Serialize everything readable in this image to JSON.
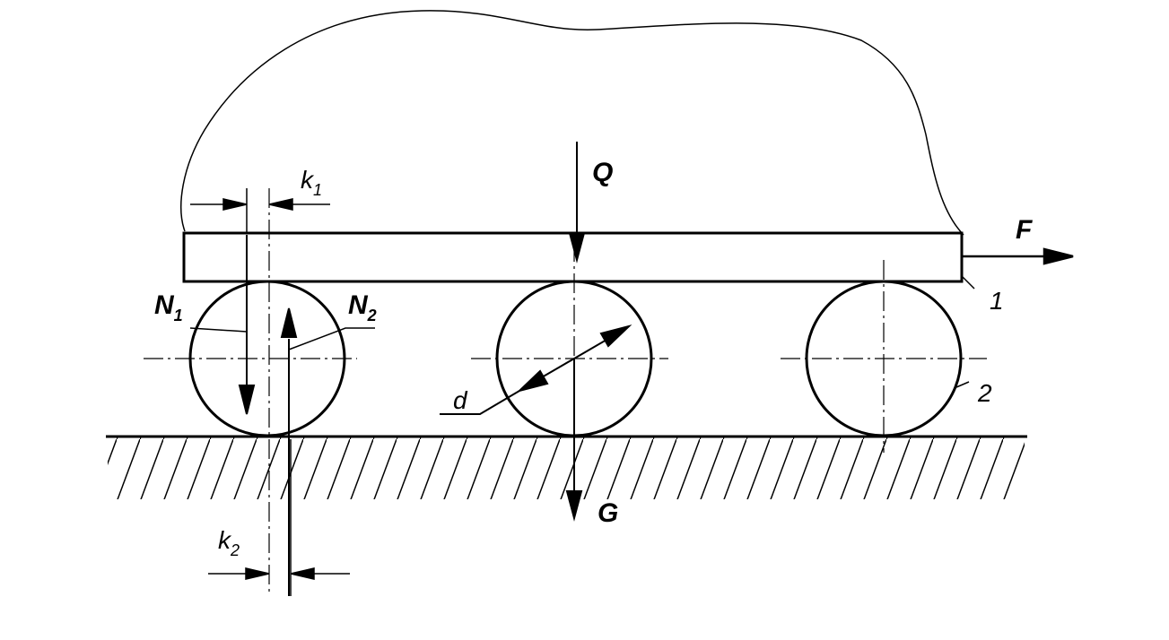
{
  "labels": {
    "force_Q": "Q",
    "force_G": "G",
    "force_F": "F",
    "normal_1": "N",
    "normal_1_sub": "1",
    "normal_2": "N",
    "normal_2_sub": "2",
    "offset_k1": "k",
    "offset_k1_sub": "1",
    "offset_k2": "k",
    "offset_k2_sub": "2",
    "diameter": "d",
    "part_platform": "1",
    "part_roller": "2"
  },
  "colors": {
    "stroke": "#000000",
    "background": "#ffffff"
  }
}
